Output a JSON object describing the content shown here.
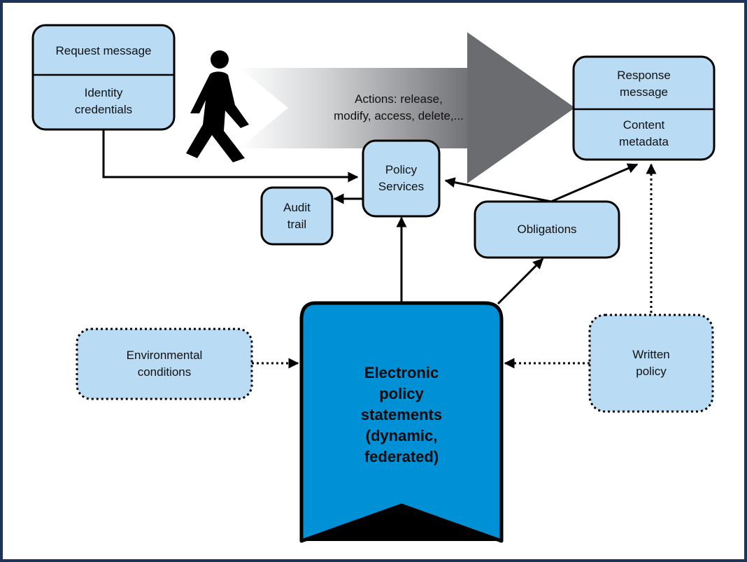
{
  "colors": {
    "frame_border": "#1d3357",
    "box_fill": "#b9dcf4",
    "box_border": "#000000",
    "central_fill": "#0090d6",
    "arrow_gray": "#6b6c70"
  },
  "icons": {
    "person": "walking-person-icon",
    "big_arrow": "process-flow-arrow"
  },
  "nodes": {
    "request_message": {
      "top": "Request message",
      "bottom": "Identity\ncredentials"
    },
    "response_message": {
      "top": "Response\nmessage",
      "bottom": "Content\nmetadata"
    },
    "actions": "Actions: release,\nmodify, access, delete,...",
    "policy_services": "Policy\nServices",
    "audit_trail": "Audit\ntrail",
    "obligations": "Obligations",
    "environmental_conditions": "Environmental\nconditions",
    "written_policy": "Written\npolicy",
    "electronic_policy": "Electronic\npolicy\nstatements\n(dynamic,\nfederated)"
  }
}
